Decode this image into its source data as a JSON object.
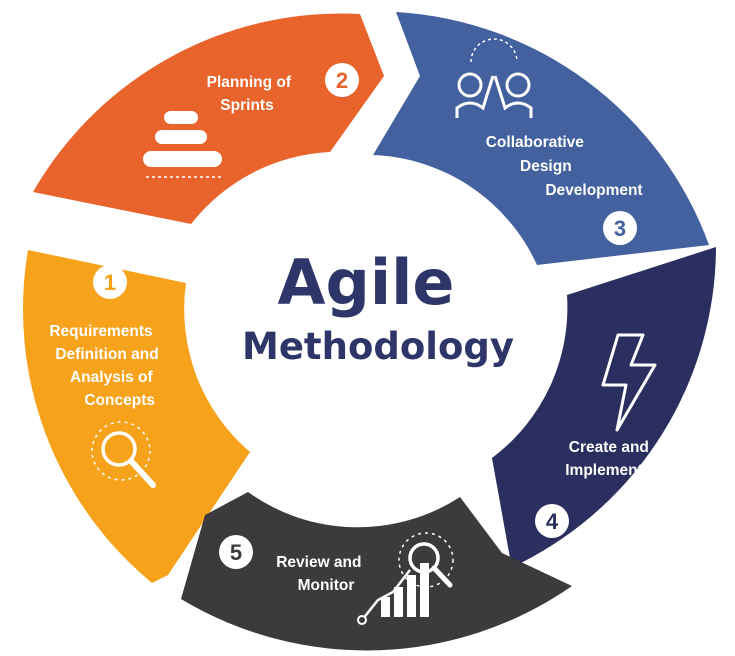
{
  "center": {
    "title": "Agile",
    "subtitle": "Methodology"
  },
  "steps": [
    {
      "number": "1",
      "lines": [
        "Requirements",
        "Definition and",
        "Analysis of",
        "Concepts"
      ],
      "color": "#f7a21b",
      "icon": "magnifier-icon"
    },
    {
      "number": "2",
      "lines": [
        "Planning of",
        "Sprints"
      ],
      "color": "#e8642c",
      "icon": "stacked-layers-icon"
    },
    {
      "number": "3",
      "lines": [
        "Collaborative",
        "Design",
        "Development"
      ],
      "color": "#43619e",
      "icon": "collaboration-icon"
    },
    {
      "number": "4",
      "lines": [
        "Create and",
        "Implement"
      ],
      "color": "#2b2f5f",
      "icon": "lightning-icon"
    },
    {
      "number": "5",
      "lines": [
        "Review and",
        "Monitor"
      ],
      "color": "#3b3b3d",
      "icon": "growth-chart-icon"
    }
  ]
}
